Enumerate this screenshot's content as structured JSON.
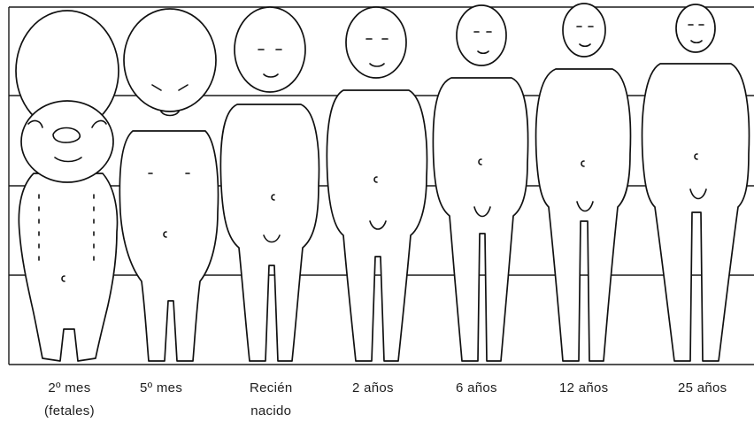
{
  "stages": [
    {
      "line1": "2º mes",
      "line2": "(fetales)"
    },
    {
      "line1": "5º mes",
      "line2": ""
    },
    {
      "line1": "Recién",
      "line2": "nacido"
    },
    {
      "line1": "2 años",
      "line2": ""
    },
    {
      "line1": "6 años",
      "line2": ""
    },
    {
      "line1": "12 años",
      "line2": ""
    },
    {
      "line1": "25 años",
      "line2": ""
    }
  ],
  "colors": {
    "ink": "#111111",
    "paper": "#ffffff"
  }
}
